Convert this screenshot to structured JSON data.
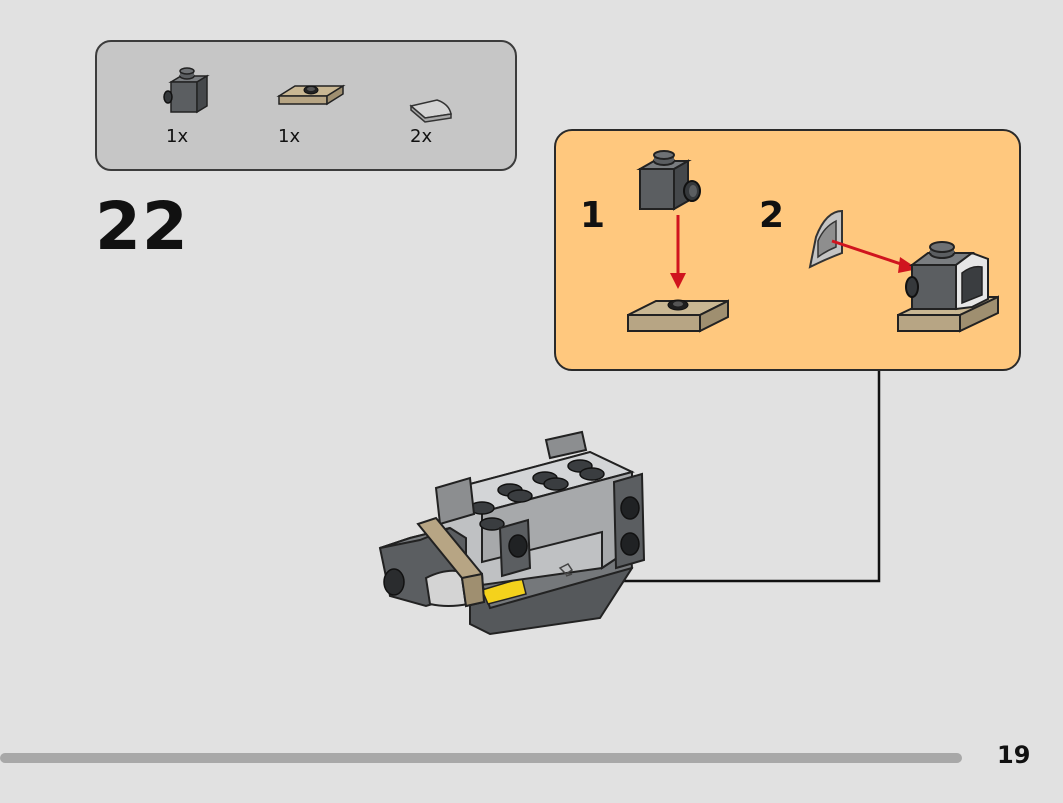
{
  "parts": [
    {
      "qty": "1x",
      "icon": "dark-gray-brick-1x1-with-stud-on-side-icon"
    },
    {
      "qty": "1x",
      "icon": "tan-plate-1x2-with-center-stud-icon"
    },
    {
      "qty": "2x",
      "icon": "light-gray-quarter-round-tile-icon"
    }
  ],
  "step": {
    "number": "22"
  },
  "substeps": [
    {
      "number": "1"
    },
    {
      "number": "2"
    }
  ],
  "page": {
    "number": "19"
  },
  "colors": {
    "background": "#e1e1e1",
    "parts_box": "#c6c6c6",
    "substep_box": "#ffc87e",
    "arrow": "#d0141e",
    "dark_gray": "#5b5e61",
    "tan": "#b7a584"
  }
}
